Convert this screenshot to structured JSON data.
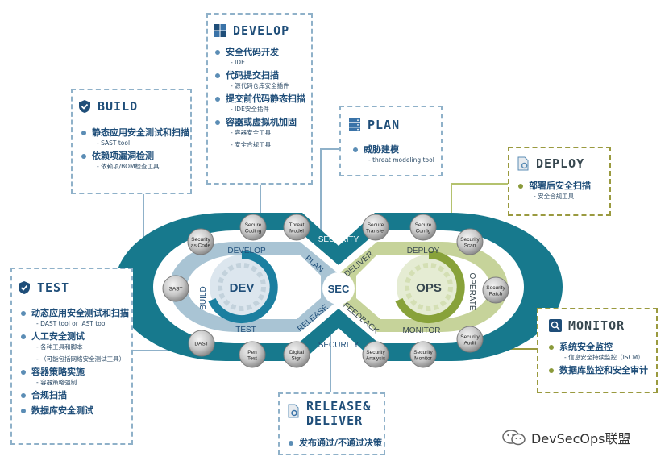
{
  "build": {
    "title": "BUILD",
    "items": [
      {
        "label": "静态应用安全测试和扫描",
        "subs": [
          "SAST tool"
        ]
      },
      {
        "label": "依赖项漏洞检测",
        "subs": [
          "依赖项/BOM检查工具"
        ]
      }
    ]
  },
  "develop": {
    "title": "DEVELOP",
    "items": [
      {
        "label": "安全代码开发",
        "subs": [
          "IDE"
        ]
      },
      {
        "label": "代码提交扫描",
        "subs": [
          "源代码仓库安全插件"
        ]
      },
      {
        "label": "提交前代码静态扫描",
        "subs": [
          "IDE安全插件"
        ]
      },
      {
        "label": "容器或虚拟机加固",
        "subs": [
          "容器安全工具",
          "安全合规工具"
        ]
      }
    ]
  },
  "plan": {
    "title": "PLAN",
    "items": [
      {
        "label": "威胁建模",
        "subs": [
          "threat modeling tool"
        ]
      }
    ]
  },
  "deploy": {
    "title": "DEPLOY",
    "items": [
      {
        "label": "部署后安全扫描",
        "subs": [
          "安全合规工具"
        ]
      }
    ]
  },
  "test": {
    "title": "TEST",
    "items": [
      {
        "label": "动态应用安全测试和扫描",
        "subs": [
          "DAST tool or IAST tool"
        ]
      },
      {
        "label": "人工安全测试",
        "subs": [
          "各种工具和脚本",
          "（可能包括网络安全测试工具）"
        ]
      },
      {
        "label": "容器策略实施",
        "subs": [
          "容器策略强制"
        ]
      },
      {
        "label": "合规扫描",
        "subs": []
      },
      {
        "label": "数据库安全测试",
        "subs": []
      }
    ]
  },
  "monitor": {
    "title": "MONITOR",
    "items": [
      {
        "label": "系统安全监控",
        "subs": [
          "信息安全持续监控（ISCM）"
        ]
      },
      {
        "label": "数据库监控和安全审计",
        "subs": []
      }
    ]
  },
  "release": {
    "title_line1": "RELEASE&",
    "title_line2": "DELIVER",
    "items": [
      {
        "label": "发布通过/不通过决策",
        "subs": []
      }
    ]
  },
  "loop": {
    "dev": "DEV",
    "sec": "SEC",
    "ops": "OPS",
    "phases": {
      "develop": "DEVELOP",
      "build": "BUILD",
      "test": "TEST",
      "plan": "PLAN",
      "release": "RELEASE",
      "deliver": "DELIVER",
      "feedback": "FEEDBACK",
      "deploy": "DEPLOY",
      "operate": "OPERATE",
      "monitor": "MONITOR",
      "security_top": "SECURITY",
      "security_bottom": "SECURITY"
    },
    "badges": {
      "security_as_code": [
        "Security",
        "as Code"
      ],
      "sast": [
        "SAST"
      ],
      "dast": [
        "DAST"
      ],
      "secure_coding": [
        "Secure",
        "Coding"
      ],
      "threat_model": [
        "Threat",
        "Model"
      ],
      "secure_transfer": [
        "Secure",
        "Transfer"
      ],
      "secure_config": [
        "Secure",
        "Config"
      ],
      "security_scan": [
        "Security",
        "Scan"
      ],
      "security_patch": [
        "Security",
        "Patch"
      ],
      "security_audit": [
        "Security",
        "Audit"
      ],
      "security_analysis": [
        "Security",
        "Analysis"
      ],
      "security_monitor": [
        "Security",
        "Monitor"
      ],
      "pen_test": [
        "Pen",
        "Test"
      ],
      "digital_sign": [
        "Digital",
        "Sign"
      ]
    }
  },
  "watermark": {
    "text": "DevSecOps联盟"
  },
  "colors": {
    "dev_blue": "#1b7fa0",
    "ops_green": "#88a23a",
    "loop_dark": "#17798d",
    "box_blue": "#8fb1c9",
    "box_olive": "#9a9a3f",
    "text_navy": "#1f4e79"
  }
}
